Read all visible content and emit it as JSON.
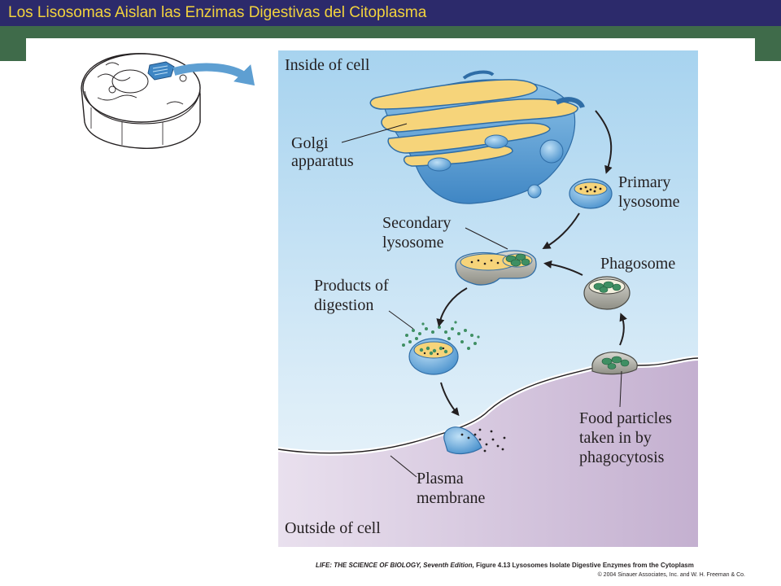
{
  "slide": {
    "title": "Los Lisosomas Aislan las Enzimas Digestivas del Citoplasma"
  },
  "diagram": {
    "labels": {
      "inside": "Inside of cell",
      "golgi_1": "Golgi",
      "golgi_2": "apparatus",
      "primary_1": "Primary",
      "primary_2": "lysosome",
      "secondary_1": "Secondary",
      "secondary_2": "lysosome",
      "phagosome": "Phagosome",
      "products_1": "Products of",
      "products_2": "digestion",
      "food_1": "Food particles",
      "food_2": "taken in by",
      "food_3": "phagocytosis",
      "plasma_1": "Plasma",
      "plasma_2": "membrane",
      "outside": "Outside of cell"
    },
    "colors": {
      "sky_top": "#a7d3ef",
      "sky_bottom": "#eef6fb",
      "cytoplasm_outside": "#c8b6d3",
      "organelle_blue": "#5e9fd2",
      "lumen_yellow": "#f6d47a",
      "food_green": "#3f8f63"
    }
  },
  "caption": {
    "source": "LIFE: THE SCIENCE OF BIOLOGY, Seventh Edition,",
    "figure": "Figure 4.13 Lysosomes Isolate Digestive Enzymes from the Cytoplasm",
    "copyright": "© 2004 Sinauer Associates, Inc. and W. H. Freeman & Co."
  }
}
